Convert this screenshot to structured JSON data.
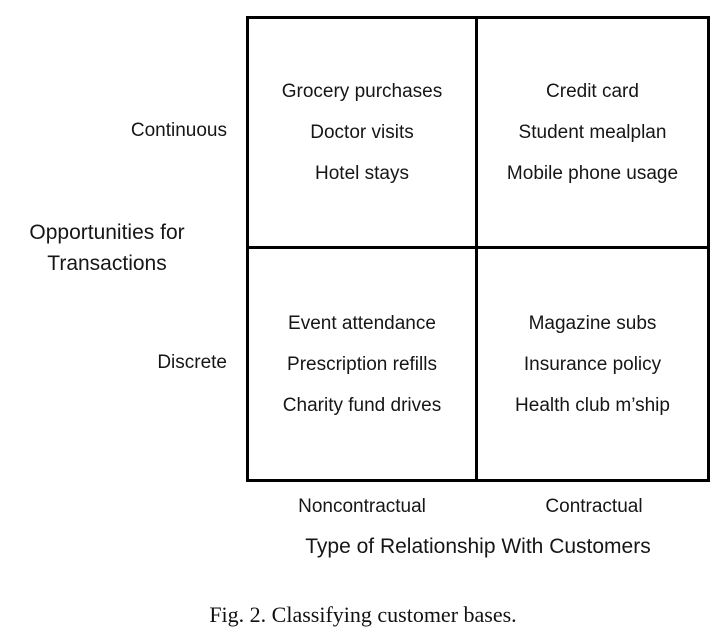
{
  "figure": {
    "caption": "Fig. 2. Classifying customer bases.",
    "x_axis": {
      "title": "Type of Relationship With Customers",
      "categories": [
        "Noncontractual",
        "Contractual"
      ]
    },
    "y_axis": {
      "title_line1": "Opportunities for",
      "title_line2": "Transactions",
      "categories": [
        "Continuous",
        "Discrete"
      ]
    },
    "quadrants": {
      "top_left": [
        "Grocery purchases",
        "Doctor visits",
        "Hotel stays"
      ],
      "top_right": [
        "Credit card",
        "Student mealplan",
        "Mobile phone usage"
      ],
      "bottom_left": [
        "Event attendance",
        "Prescription refills",
        "Charity fund drives"
      ],
      "bottom_right": [
        "Magazine subs",
        "Insurance policy",
        "Health club m’ship"
      ]
    }
  },
  "colors": {
    "line": "#000000",
    "text": "#161616",
    "background": "#ffffff"
  }
}
